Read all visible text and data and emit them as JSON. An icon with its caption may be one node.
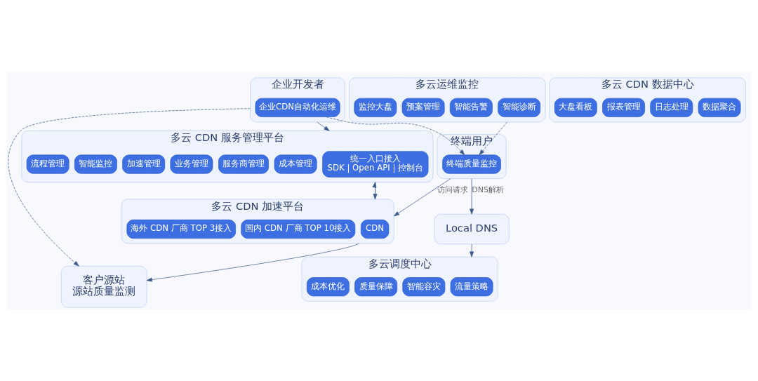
{
  "diagram": {
    "nodes": [
      {
        "text": [
          "企业开发者"
        ]
      },
      {
        "text": [
          "企业CDN自动化运维"
        ],
        "in": 0
      },
      {
        "text": [
          "终端用户"
        ]
      },
      {
        "text": [
          "终端质量监控"
        ],
        "in": 2
      },
      {
        "text": [
          "多云 CDN 服务管理平台"
        ]
      },
      {
        "text": [
          "统一入口接入",
          "SDK | Open API | 控制台"
        ],
        "in": 4
      },
      {
        "text": [
          "成本管理"
        ],
        "in": 4
      },
      {
        "text": [
          "服务商管理"
        ],
        "in": 4
      },
      {
        "text": [
          "业务管理"
        ],
        "in": 4
      },
      {
        "text": [
          "加速管理"
        ],
        "in": 4
      },
      {
        "text": [
          "智能监控"
        ],
        "in": 4
      },
      {
        "text": [
          "流程管理"
        ],
        "in": 4
      },
      {
        "text": [
          "多云 CDN 数据中心"
        ]
      },
      {
        "text": [
          "数据聚合"
        ],
        "in": 12
      },
      {
        "text": [
          "日志处理"
        ],
        "in": 12
      },
      {
        "text": [
          "报表管理"
        ],
        "in": 12
      },
      {
        "text": [
          "大盘看板"
        ],
        "in": 12
      },
      {
        "text": [
          "多云 CDN 加速平台"
        ]
      },
      {
        "text": [
          "CDN"
        ],
        "in": 17
      },
      {
        "text": [
          "国内 CDN 厂商 TOP 10接入"
        ],
        "in": 17
      },
      {
        "text": [
          "海外 CDN 厂商 TOP 3接入"
        ],
        "in": 17
      },
      {
        "text": [
          "客户源站",
          "源站质量监测"
        ]
      },
      {
        "text": [
          "Local DNS"
        ]
      },
      {
        "text": [
          "多云调度中心"
        ]
      },
      {
        "text": [
          "流量策略"
        ],
        "in": 23
      },
      {
        "text": [
          "智能容灾"
        ],
        "in": 23
      },
      {
        "text": [
          "质量保障"
        ],
        "in": 23
      },
      {
        "text": [
          "成本优化"
        ],
        "in": 23
      },
      {
        "text": [
          "多云运维监控"
        ]
      },
      {
        "text": [
          "智能诊断"
        ],
        "in": 28
      },
      {
        "text": [
          "智能告警"
        ],
        "in": 28
      },
      {
        "text": [
          "预案管理"
        ],
        "in": 28
      },
      {
        "text": [
          "监控大盘"
        ],
        "in": 28
      }
    ],
    "edges": [
      {
        "from": 0,
        "to": 4,
        "arrow": "to"
      },
      {
        "from": 4,
        "to": 17,
        "arrow": "to"
      },
      {
        "from": 17,
        "to": 4,
        "arrow": "to"
      },
      {
        "from": 2,
        "to": 17,
        "arrow": "to",
        "label": "访问请求"
      },
      {
        "from": 2,
        "to": 22,
        "arrow": "to",
        "label": "DNS解析"
      },
      {
        "from": 22,
        "to": 23,
        "arrow": "to"
      },
      {
        "from": 17,
        "to": 21,
        "arrow": "to"
      },
      {
        "from": 0,
        "to": 21,
        "arrow": "to",
        "style": "dashed"
      },
      {
        "from": 1,
        "to": 3,
        "arrow": "to",
        "style": "dashed"
      },
      {
        "from": 28,
        "to": 3,
        "arrow": "to",
        "style": "dashed"
      }
    ]
  }
}
